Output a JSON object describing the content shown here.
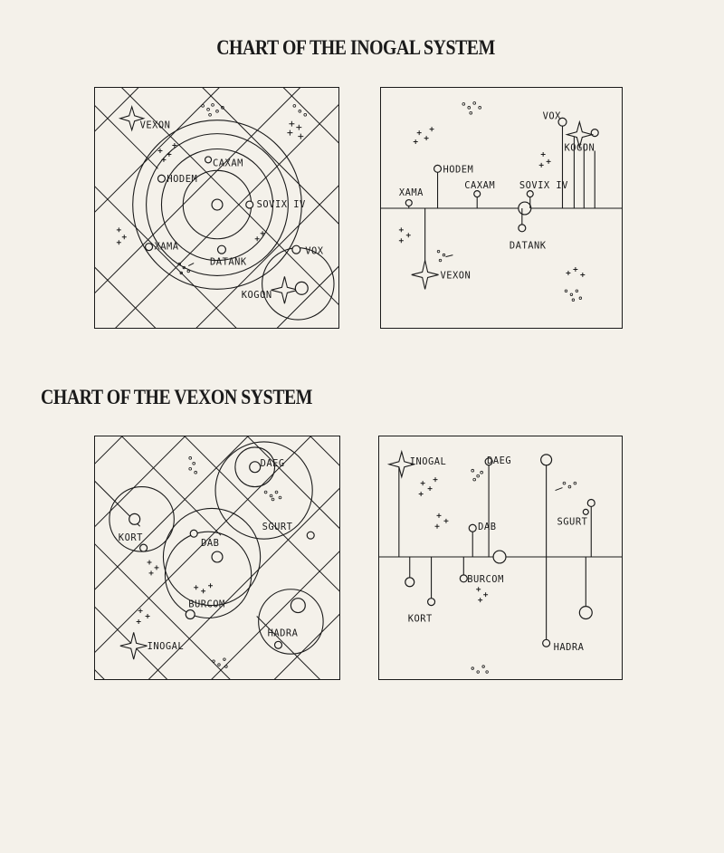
{
  "titles": {
    "inogal": "CHART OF THE INOGAL SYSTEM",
    "vexon": "CHART OF THE VEXON SYSTEM"
  },
  "inogal_map": {
    "vexon": "VEXON",
    "caxam": "CAXAM",
    "hodem": "HODEM",
    "sovix": "SOVIX IV",
    "xama": "XAMA",
    "datank": "DATANK",
    "vox": "VOX",
    "kogon": "KOGON"
  },
  "inogal_side": {
    "vox": "VOX",
    "kogon": "KOGON",
    "hodem": "HODEM",
    "xama": "XAMA",
    "caxam": "CAXAM",
    "sovix": "SOVIX IV",
    "datank": "DATANK",
    "vexon": "VEXON"
  },
  "vexon_map": {
    "daeg": "DAEG",
    "kort": "KORT",
    "sgurt": "SGURT",
    "dab": "DAB",
    "burcom": "BURCOM",
    "hadra": "HADRA",
    "inogal": "INOGAL"
  },
  "vexon_side": {
    "inogal": "INOGAL",
    "daeg": "DAEG",
    "dab": "DAB",
    "sgurt": "SGURT",
    "burcom": "BURCOM",
    "kort": "KORT",
    "hadra": "HADRA"
  }
}
